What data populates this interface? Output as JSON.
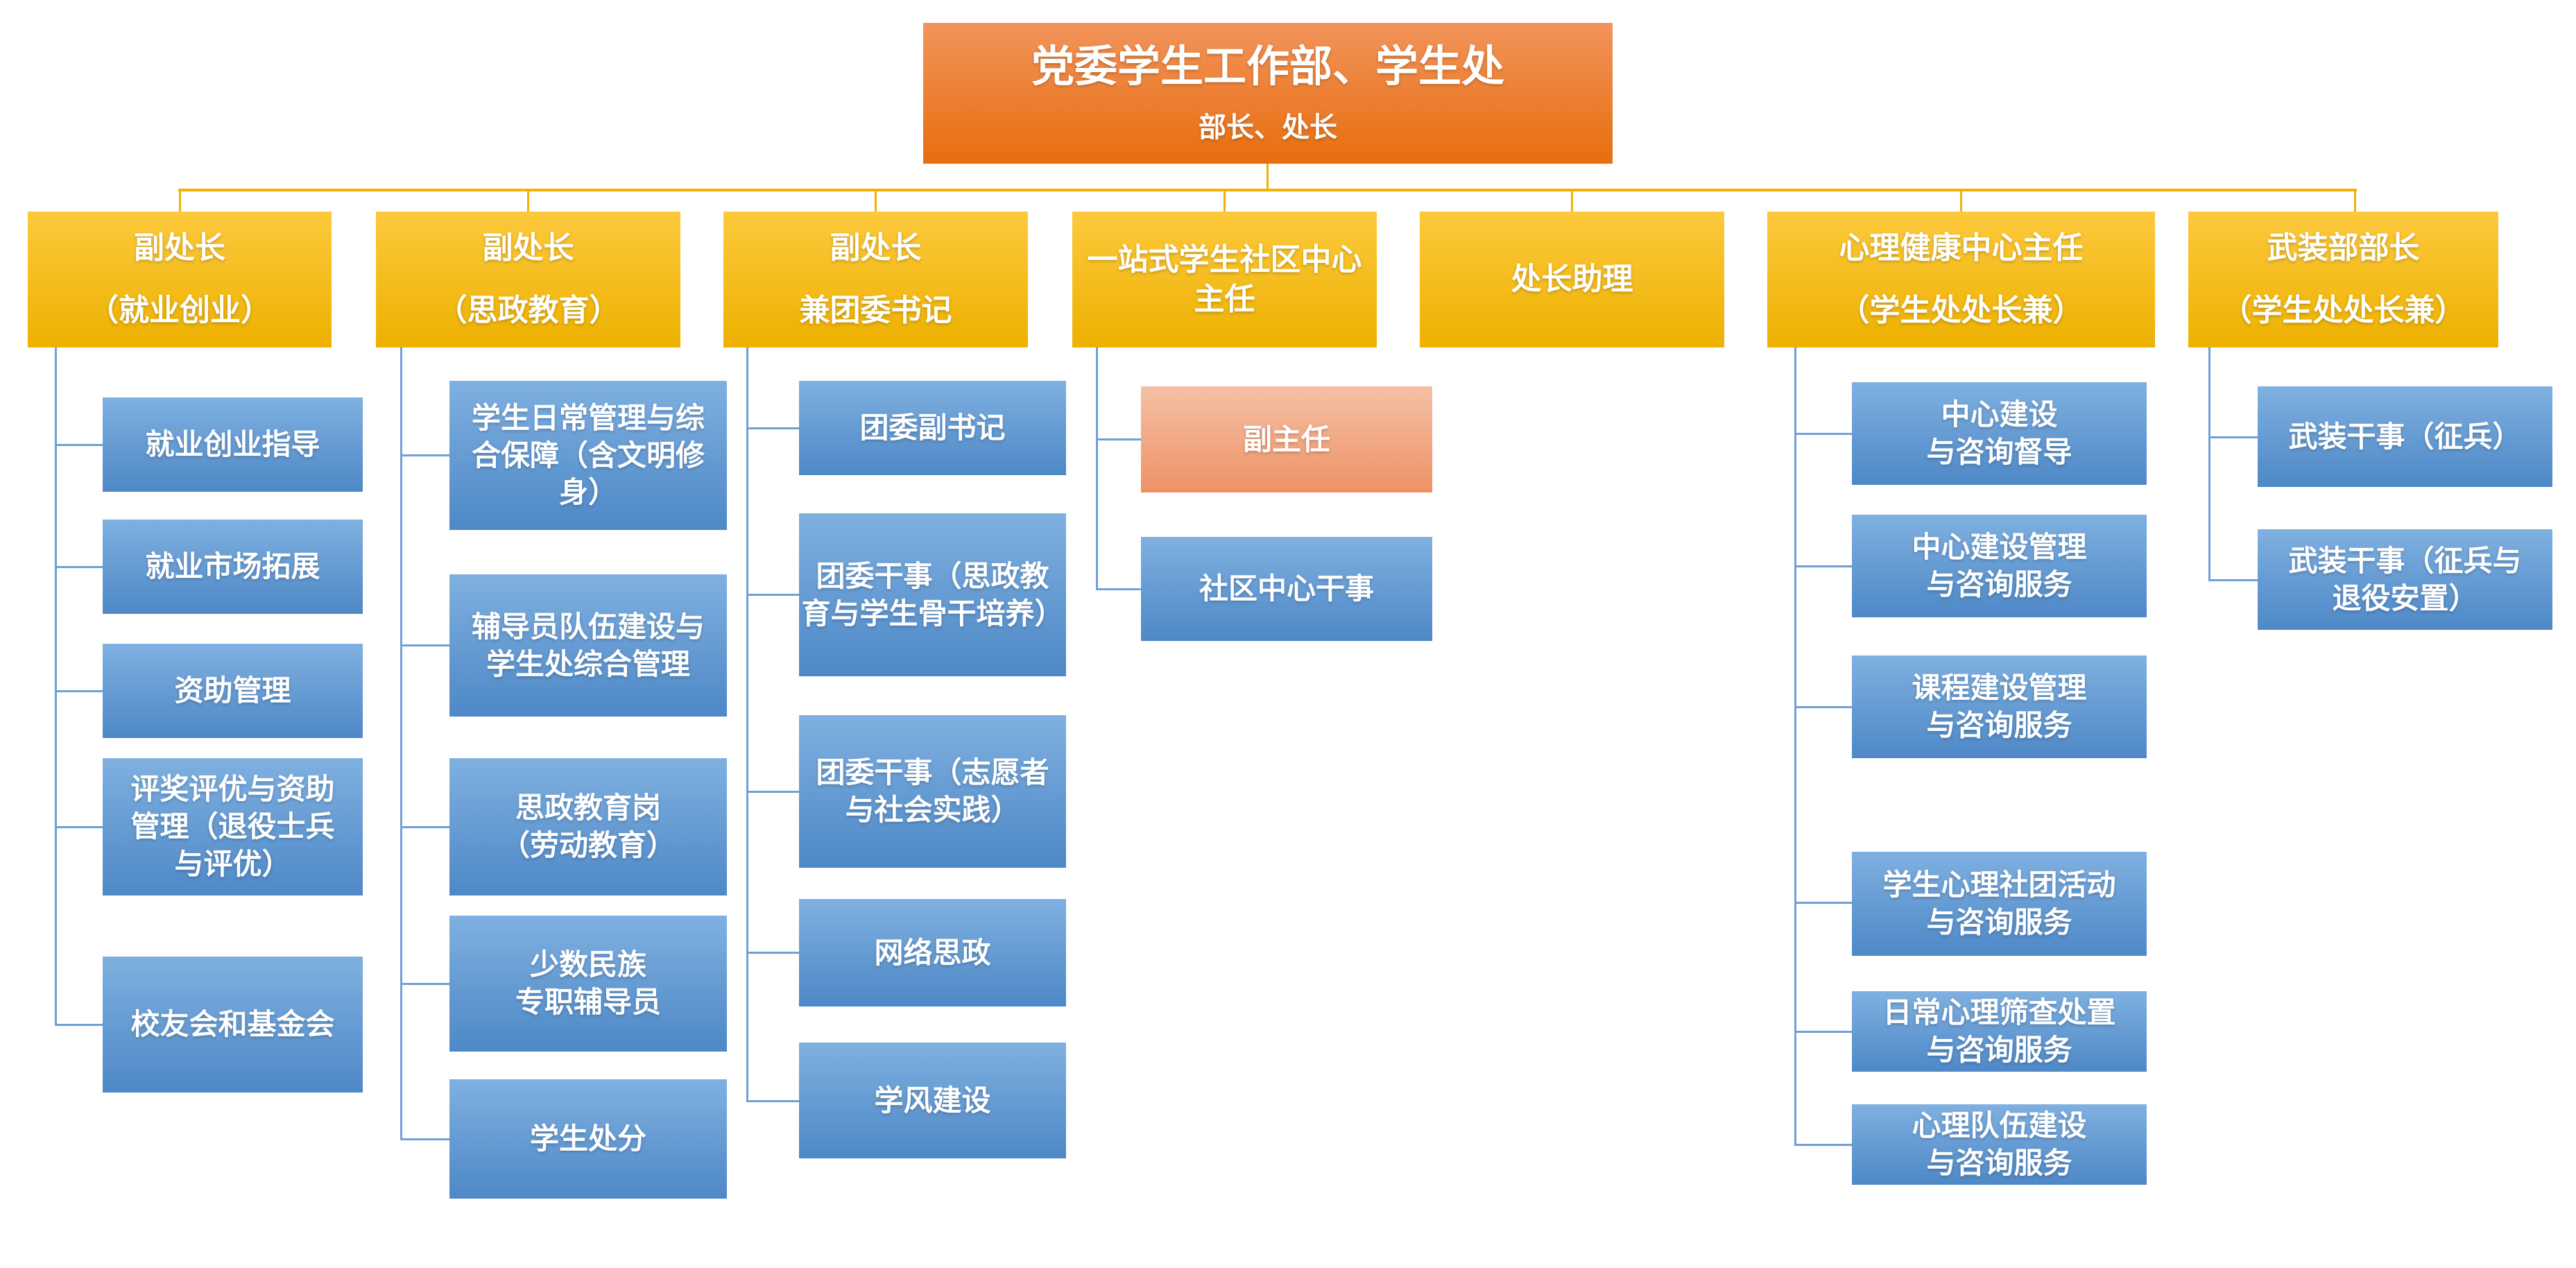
{
  "diagram": {
    "root": {
      "title": "党委学生工作部、学生处",
      "subtitle": "部长、处长"
    },
    "branches": [
      {
        "id": "vice-director-employment",
        "label": "副处长\n（就业创业）",
        "children": [
          "就业创业指导",
          "就业市场拓展",
          "资助管理",
          "评奖评优与资助\n管理（退役士兵\n与评优）",
          "校友会和基金会"
        ]
      },
      {
        "id": "vice-director-ideology",
        "label": "副处长\n（思政教育）",
        "children": [
          "学生日常管理与综\n合保障（含文明修\n身）",
          "辅导员队伍建设与\n学生处综合管理",
          "思政教育岗\n（劳动教育）",
          "少数民族\n专职辅导员",
          "学生处分"
        ]
      },
      {
        "id": "vice-director-youth-league",
        "label": "副处长\n兼团委书记",
        "children": [
          "团委副书记",
          "团委干事（思政教\n育与学生骨干培养）",
          "团委干事（志愿者\n与社会实践）",
          "网络思政",
          "学风建设"
        ]
      },
      {
        "id": "community-center-director",
        "label": "一站式学生社区中心\n主任",
        "children": [
          "副主任",
          "社区中心干事"
        ]
      },
      {
        "id": "director-assistant",
        "label": "处长助理",
        "children": []
      },
      {
        "id": "mental-health-center-director",
        "label": "心理健康中心主任\n（学生处处长兼）",
        "children": [
          "中心建设\n与咨询督导",
          "中心建设管理\n与咨询服务",
          "课程建设管理\n与咨询服务",
          "学生心理社团活动\n与咨询服务",
          "日常心理筛查处置\n与咨询服务",
          "心理队伍建设\n与咨询服务"
        ]
      },
      {
        "id": "armed-forces-minister",
        "label": "武装部部长\n（学生处处长兼）",
        "children": [
          "武装干事（征兵）",
          "武装干事（征兵与\n退役安置）"
        ]
      }
    ],
    "colors": {
      "root_top": "#f2945b",
      "root_bottom": "#e76e0e",
      "branch_top": "#fdc93d",
      "branch_bottom": "#edb100",
      "node_top": "#7fb0e0",
      "node_bottom": "#4e88c7",
      "highlight_top": "#f5c0a5",
      "highlight_bottom": "#ee9265",
      "gold_line": "#f2b300",
      "blue_line": "#6fa0d6"
    }
  }
}
